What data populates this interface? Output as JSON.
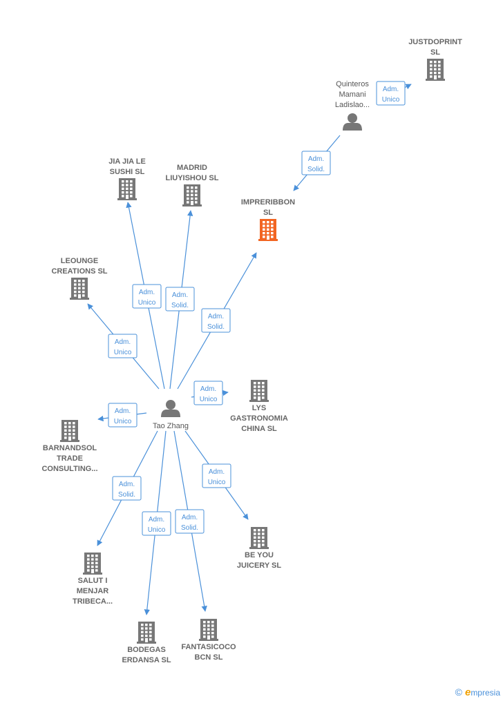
{
  "colors": {
    "company": "#777777",
    "highlight": "#f26522",
    "person": "#777777",
    "edge": "#4a90d9"
  },
  "nodes": [
    {
      "id": "tao",
      "kind": "person",
      "lines": [
        "Tao Zhang"
      ]
    },
    {
      "id": "quinteros",
      "kind": "person",
      "lines": [
        "Quinteros",
        "Mamani",
        "Ladislao..."
      ]
    },
    {
      "id": "justdoprint",
      "kind": "company",
      "lines": [
        "JUSTDOPRINT",
        "SL"
      ]
    },
    {
      "id": "impreribbon",
      "kind": "company",
      "highlight": true,
      "lines": [
        "IMPRERIBBON",
        "SL"
      ]
    },
    {
      "id": "jiajia",
      "kind": "company",
      "lines": [
        "JIA JIA LE",
        "SUSHI SL"
      ]
    },
    {
      "id": "madrid",
      "kind": "company",
      "lines": [
        "MADRID",
        "LIUYISHOU SL"
      ]
    },
    {
      "id": "leounge",
      "kind": "company",
      "lines": [
        "LEOUNGE",
        "CREATIONS SL"
      ]
    },
    {
      "id": "lys",
      "kind": "company",
      "lines": [
        "LYS",
        "GASTRONOMIA",
        "CHINA SL"
      ]
    },
    {
      "id": "barnandsol",
      "kind": "company",
      "lines": [
        "BARNANDSOL",
        "TRADE",
        "CONSULTING..."
      ]
    },
    {
      "id": "beyou",
      "kind": "company",
      "lines": [
        "BE YOU",
        "JUICERY SL"
      ]
    },
    {
      "id": "salut",
      "kind": "company",
      "lines": [
        "SALUT I",
        "MENJAR",
        "TRIBECA..."
      ]
    },
    {
      "id": "bodegas",
      "kind": "company",
      "lines": [
        "BODEGAS",
        "ERDANSA SL"
      ]
    },
    {
      "id": "fantasicoco",
      "kind": "company",
      "lines": [
        "FANTASICOCO",
        "BCN SL"
      ]
    }
  ],
  "edges": [
    {
      "from": "quinteros",
      "to": "justdoprint",
      "label": [
        "Adm.",
        "Unico"
      ]
    },
    {
      "from": "quinteros",
      "to": "impreribbon",
      "label": [
        "Adm.",
        "Solid."
      ]
    },
    {
      "from": "tao",
      "to": "impreribbon",
      "label": [
        "Adm.",
        "Solid."
      ]
    },
    {
      "from": "tao",
      "to": "jiajia",
      "label": [
        "Adm.",
        "Unico"
      ]
    },
    {
      "from": "tao",
      "to": "madrid",
      "label": [
        "Adm.",
        "Solid."
      ]
    },
    {
      "from": "tao",
      "to": "leounge",
      "label": [
        "Adm.",
        "Unico"
      ]
    },
    {
      "from": "tao",
      "to": "lys",
      "label": [
        "Adm.",
        "Unico"
      ]
    },
    {
      "from": "tao",
      "to": "barnandsol",
      "label": [
        "Adm.",
        "Unico"
      ]
    },
    {
      "from": "tao",
      "to": "beyou",
      "label": [
        "Adm.",
        "Unico"
      ]
    },
    {
      "from": "tao",
      "to": "salut",
      "label": [
        "Adm.",
        "Solid."
      ]
    },
    {
      "from": "tao",
      "to": "bodegas",
      "label": [
        "Adm.",
        "Unico"
      ]
    },
    {
      "from": "tao",
      "to": "fantasicoco",
      "label": [
        "Adm.",
        "Solid."
      ]
    }
  ],
  "brand": {
    "copyright": "©",
    "first_letter": "e",
    "rest": "mpresia"
  }
}
